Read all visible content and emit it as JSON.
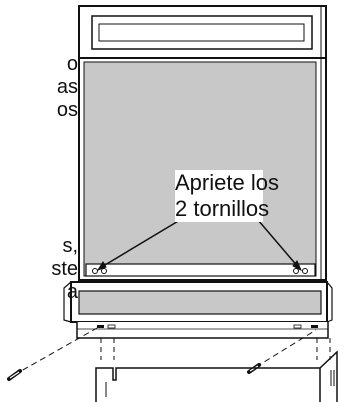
{
  "left_text": {
    "top_lines": [
      "o",
      "as",
      "os"
    ],
    "bottom_lines": [
      "s,",
      "ste",
      "a"
    ]
  },
  "callout": {
    "line1": "Apriete los",
    "line2": "2 tornillos"
  },
  "colors": {
    "panel_fill": "#c8c8c8",
    "line": "#111111",
    "background": "#ffffff"
  }
}
